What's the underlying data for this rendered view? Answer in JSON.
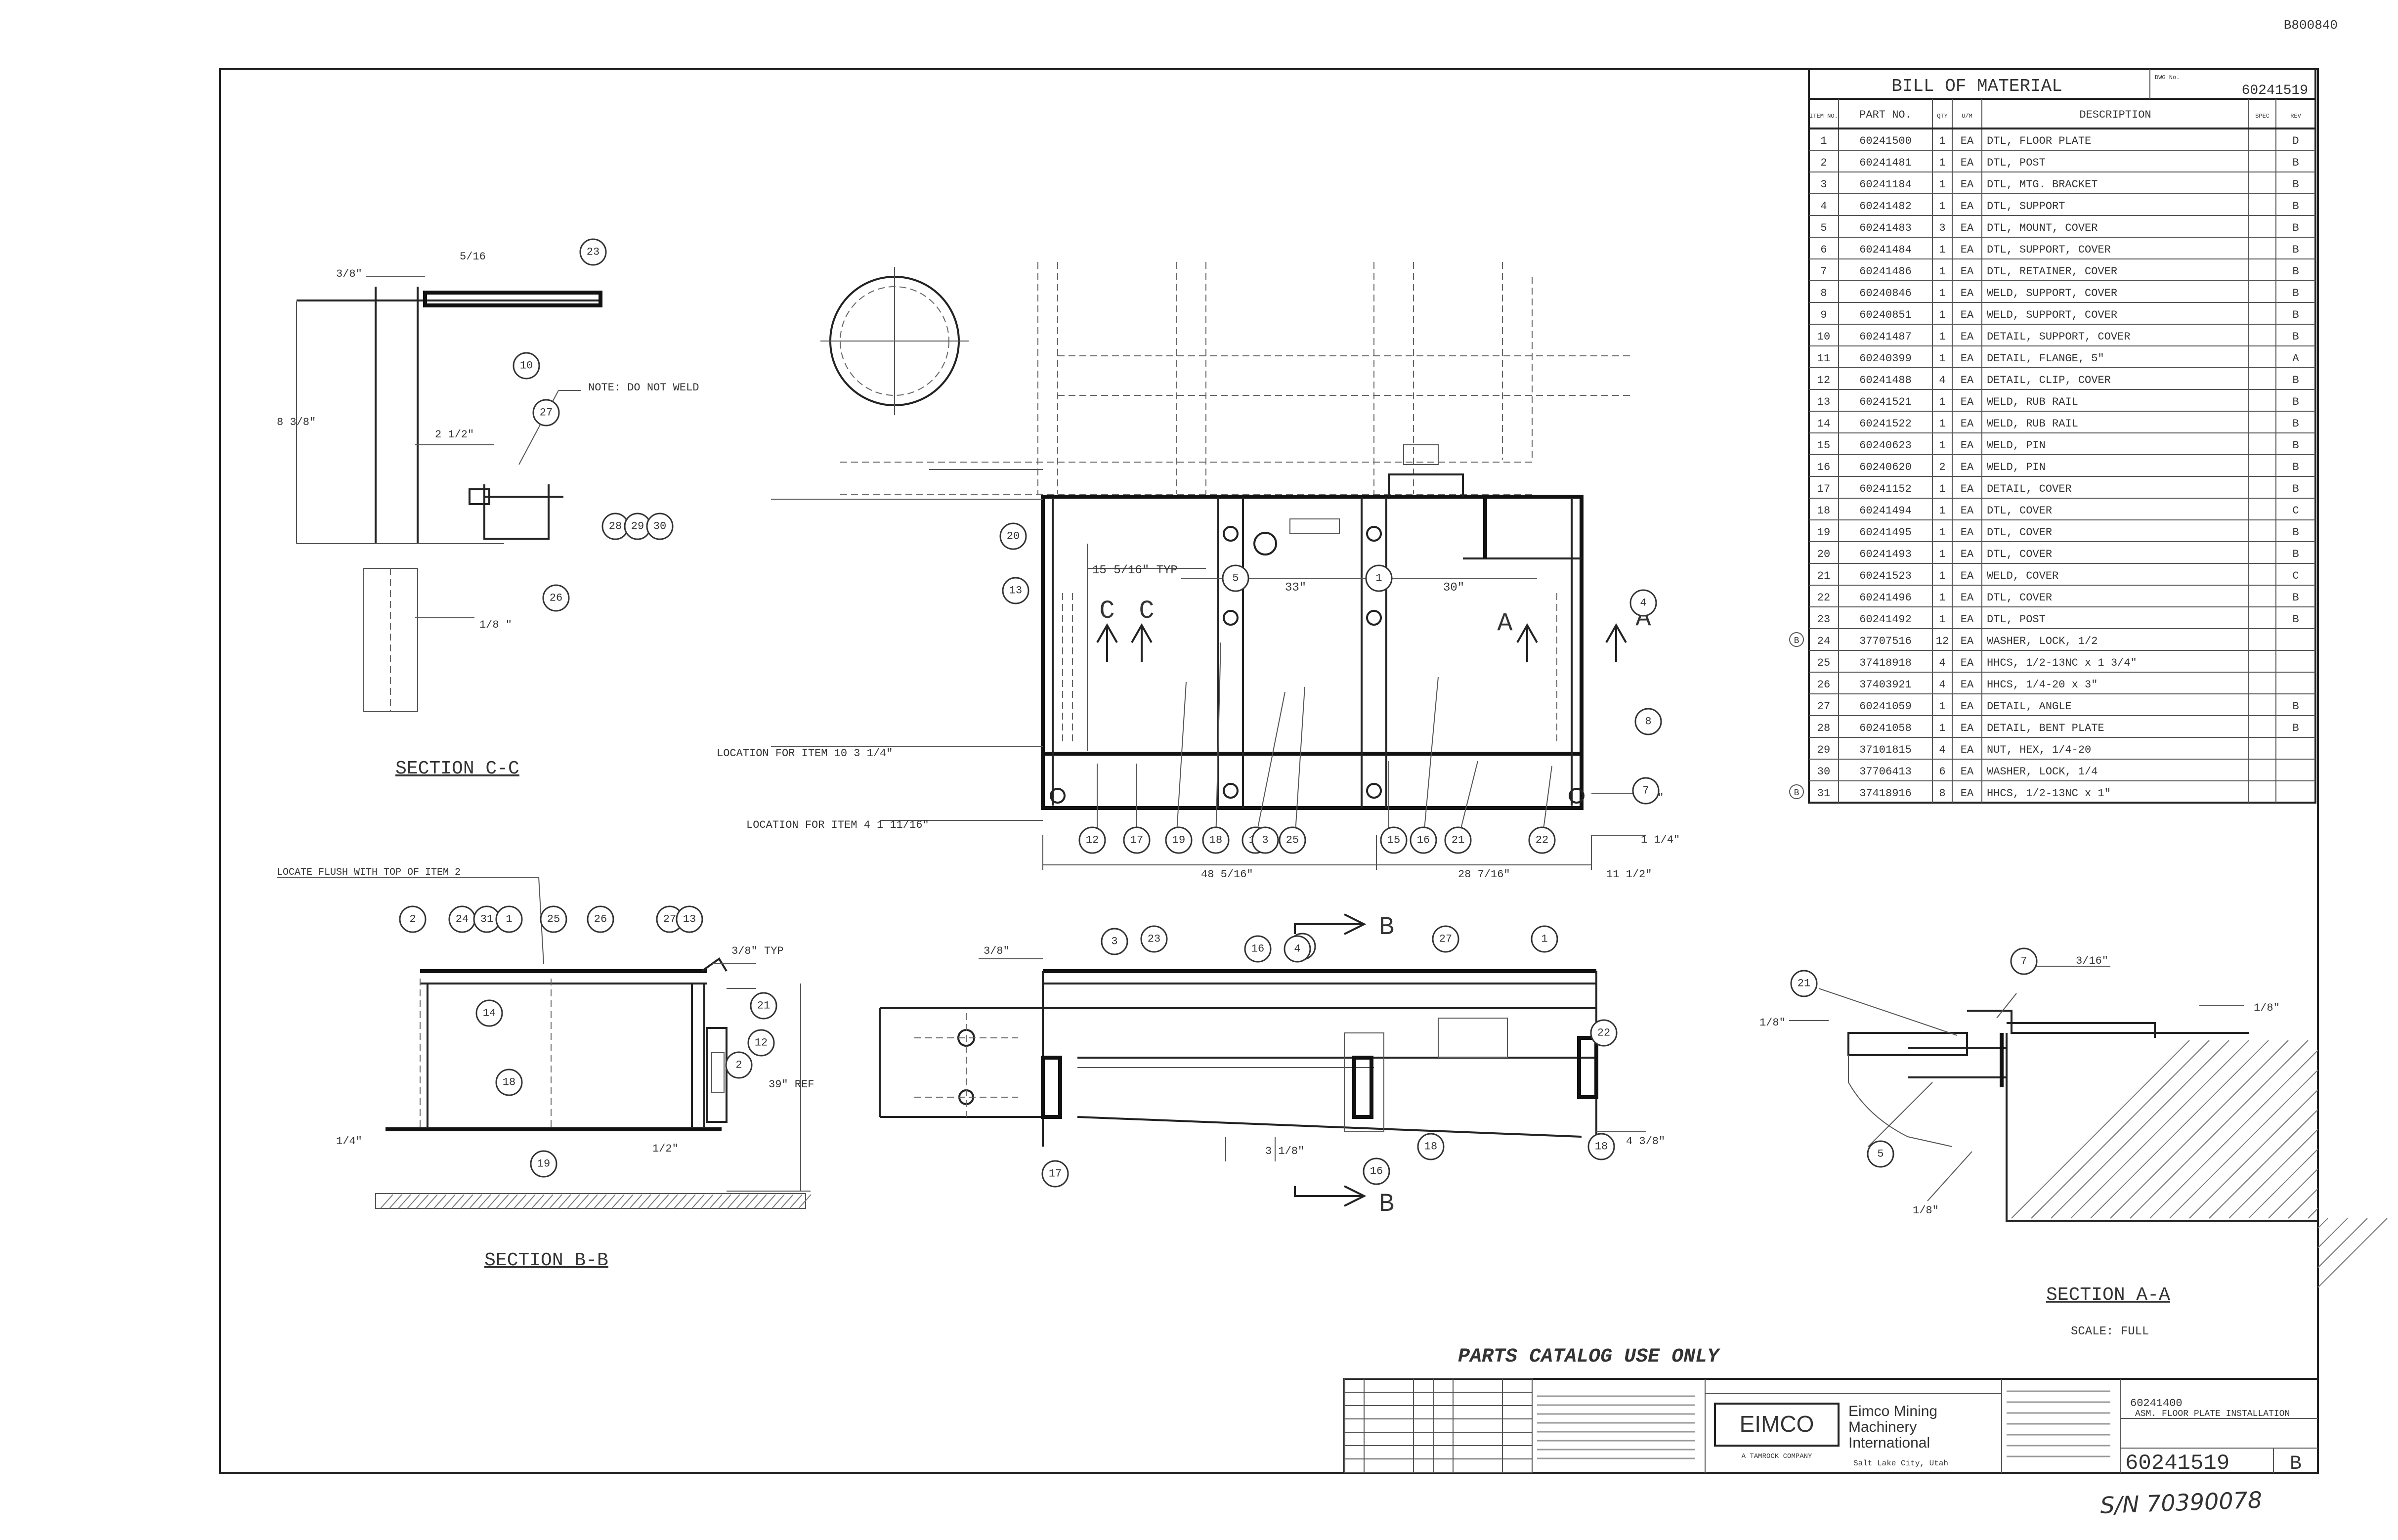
{
  "corner_code": "B800840",
  "bom": {
    "title": "BILL OF MATERIAL",
    "dwg_label": "DWG No.",
    "dwg_no": "60241519",
    "headers": [
      "ITEM NO.",
      "PART NO.",
      "QTY",
      "U/M",
      "DESCRIPTION",
      "SPEC",
      "REV"
    ],
    "rows": [
      [
        "1",
        "60241500",
        "1",
        "EA",
        "DTL, FLOOR PLATE",
        "",
        "D"
      ],
      [
        "2",
        "60241481",
        "1",
        "EA",
        "DTL, POST",
        "",
        "B"
      ],
      [
        "3",
        "60241184",
        "1",
        "EA",
        "DTL, MTG. BRACKET",
        "",
        "B"
      ],
      [
        "4",
        "60241482",
        "1",
        "EA",
        "DTL, SUPPORT",
        "",
        "B"
      ],
      [
        "5",
        "60241483",
        "3",
        "EA",
        "DTL, MOUNT, COVER",
        "",
        "B"
      ],
      [
        "6",
        "60241484",
        "1",
        "EA",
        "DTL, SUPPORT, COVER",
        "",
        "B"
      ],
      [
        "7",
        "60241486",
        "1",
        "EA",
        "DTL, RETAINER, COVER",
        "",
        "B"
      ],
      [
        "8",
        "60240846",
        "1",
        "EA",
        "WELD, SUPPORT, COVER",
        "",
        "B"
      ],
      [
        "9",
        "60240851",
        "1",
        "EA",
        "WELD, SUPPORT, COVER",
        "",
        "B"
      ],
      [
        "10",
        "60241487",
        "1",
        "EA",
        "DETAIL, SUPPORT, COVER",
        "",
        "B"
      ],
      [
        "11",
        "60240399",
        "1",
        "EA",
        "DETAIL, FLANGE, 5\"",
        "",
        "A"
      ],
      [
        "12",
        "60241488",
        "4",
        "EA",
        "DETAIL, CLIP, COVER",
        "",
        "B"
      ],
      [
        "13",
        "60241521",
        "1",
        "EA",
        "WELD, RUB RAIL",
        "",
        "B"
      ],
      [
        "14",
        "60241522",
        "1",
        "EA",
        "WELD, RUB RAIL",
        "",
        "B"
      ],
      [
        "15",
        "60240623",
        "1",
        "EA",
        "WELD, PIN",
        "",
        "B"
      ],
      [
        "16",
        "60240620",
        "2",
        "EA",
        "WELD, PIN",
        "",
        "B"
      ],
      [
        "17",
        "60241152",
        "1",
        "EA",
        "DETAIL, COVER",
        "",
        "B"
      ],
      [
        "18",
        "60241494",
        "1",
        "EA",
        "DTL, COVER",
        "",
        "C"
      ],
      [
        "19",
        "60241495",
        "1",
        "EA",
        "DTL, COVER",
        "",
        "B"
      ],
      [
        "20",
        "60241493",
        "1",
        "EA",
        "DTL, COVER",
        "",
        "B"
      ],
      [
        "21",
        "60241523",
        "1",
        "EA",
        "WELD, COVER",
        "",
        "C"
      ],
      [
        "22",
        "60241496",
        "1",
        "EA",
        "DTL, COVER",
        "",
        "B"
      ],
      [
        "23",
        "60241492",
        "1",
        "EA",
        "DTL, POST",
        "",
        "B"
      ],
      [
        "24",
        "37707516",
        "12",
        "EA",
        "WASHER, LOCK, 1/2",
        "",
        ""
      ],
      [
        "25",
        "37418918",
        "4",
        "EA",
        "HHCS, 1/2-13NC x 1 3/4\"",
        "",
        ""
      ],
      [
        "26",
        "37403921",
        "4",
        "EA",
        "HHCS, 1/4-20 x 3\"",
        "",
        ""
      ],
      [
        "27",
        "60241059",
        "1",
        "EA",
        "DETAIL, ANGLE",
        "",
        "B"
      ],
      [
        "28",
        "60241058",
        "1",
        "EA",
        "DETAIL, BENT PLATE",
        "",
        "B"
      ],
      [
        "29",
        "37101815",
        "4",
        "EA",
        "NUT, HEX, 1/4-20",
        "",
        ""
      ],
      [
        "30",
        "37706413",
        "6",
        "EA",
        "WASHER, LOCK, 1/4",
        "",
        ""
      ],
      [
        "31",
        "37418916",
        "8",
        "EA",
        "HHCS, 1/2-13NC x 1\"",
        "",
        ""
      ]
    ]
  },
  "views": {
    "section_c": {
      "title": "SECTION C-C",
      "dim_top": "3/8\"",
      "dim_slope": "5/16",
      "dim_height": "8 3/8\"",
      "dim_mid": "2 1/2\"",
      "dim_bot": "1/8 \"",
      "note": "NOTE: DO NOT WELD"
    },
    "plan": {
      "loc_item10": "LOCATION FOR ITEM 10  3 1/4\"",
      "loc_item4": "LOCATION FOR ITEM 4   1 11/16\"",
      "typ": "15 5/16\" TYP",
      "dim_33": "33\"",
      "dim_30": "30\"",
      "dim_a": "48 5/16\"",
      "dim_b": "28 7/16\"",
      "dim_c": "11 1/2\"",
      "dim_6": "6\"",
      "dim_small": "1 1/4\"",
      "cut_c": "C",
      "cut_a": "A"
    },
    "section_b": {
      "title": "SECTION B-B",
      "note": "LOCATE FLUSH WITH TOP OF ITEM 2",
      "typ": "3/8\" TYP",
      "height": "39\" REF",
      "left": "1/4\"",
      "bot": "1/2\""
    },
    "elevation": {
      "dim_top": "3/8\"",
      "dim_bot": "3 1/8\"",
      "dim_right": "4 3/8\"",
      "cut": "B"
    },
    "section_a": {
      "title": "SECTION A-A",
      "subtitle": "SCALE: FULL",
      "weld": "3/16\"",
      "left": "1/8\"",
      "right": "1/8\"",
      "bot": "1/8\""
    },
    "parts_catalog": "PARTS CATALOG USE ONLY",
    "serial": "S/N 70390078"
  },
  "title_block": {
    "company": "EIMCO",
    "company_sub": "A TAMROCK COMPANY",
    "division": "Eimco Mining Machinery International",
    "location": "Salt Lake City, Utah",
    "drawing_no": "60241519",
    "model": "60241400",
    "title": "ASM. FLOOR PLATE INSTALLATION",
    "revision": "B"
  },
  "balloons": {
    "sec_c": [
      "23",
      "10",
      "27",
      "28",
      "29",
      "30",
      "26"
    ],
    "plan": [
      "20",
      "13",
      "12",
      "17",
      "19",
      "18",
      "14",
      "25",
      "15",
      "16",
      "21",
      "22",
      "4",
      "8",
      "7",
      "3",
      "5",
      "1"
    ],
    "sec_b": [
      "2",
      "24",
      "31",
      "1",
      "25",
      "26",
      "27",
      "13",
      "14",
      "21",
      "12",
      "18",
      "19",
      "2"
    ],
    "elev": [
      "3",
      "23",
      "16",
      "11",
      "27",
      "1",
      "22",
      "18",
      "16",
      "18",
      "17",
      "4"
    ],
    "sec_a": [
      "21",
      "7",
      "5"
    ]
  },
  "colors": {
    "ink": "#222222",
    "paper": "#ffffff",
    "faint": "#777777"
  }
}
